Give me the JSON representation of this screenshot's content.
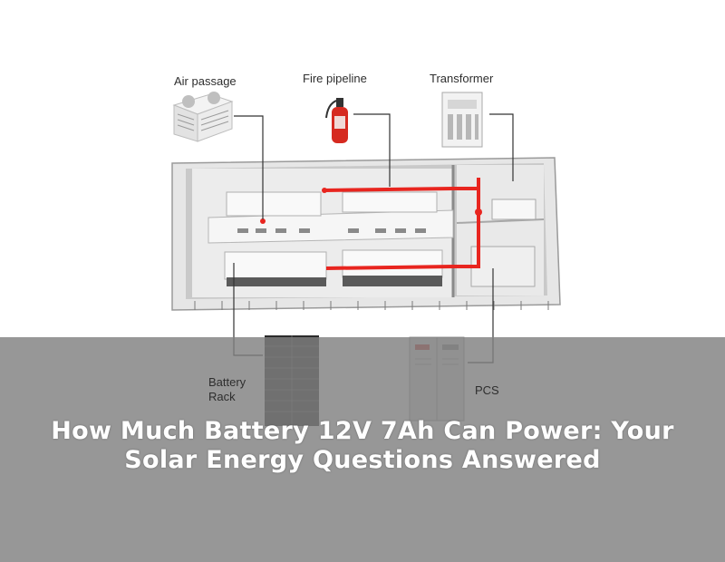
{
  "labels": {
    "air_passage": "Air passage",
    "fire_pipeline": "Fire pipeline",
    "transformer": "Transformer",
    "battery_rack": "Battery\nRack",
    "pcs": "PCS"
  },
  "headline": "How Much Battery 12V 7Ah Can Power: Your Solar Energy Questions Answered",
  "colors": {
    "pipe": "#e8251f",
    "overlay": "#808080",
    "container": "#f2f2f2"
  },
  "icons": [
    "air-conditioner-icon",
    "fire-extinguisher-icon",
    "transformer-icon",
    "battery-rack-icon",
    "pcs-cabinet-icon"
  ]
}
